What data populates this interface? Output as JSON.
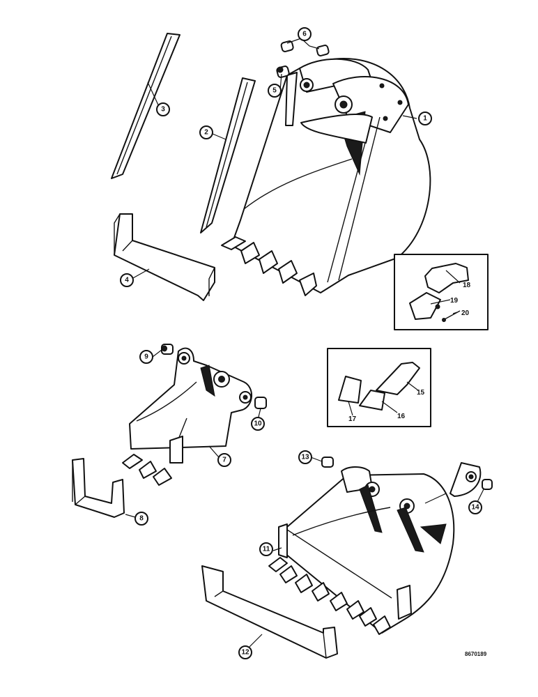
{
  "callouts": {
    "c1": "1",
    "c2": "2",
    "c3": "3",
    "c4": "4",
    "c5": "5",
    "c6": "6",
    "c7": "7",
    "c8": "8",
    "c9": "9",
    "c10": "10",
    "c11": "11",
    "c12": "12",
    "c13": "13",
    "c14": "14",
    "c15": "15",
    "c16": "16",
    "c17": "17",
    "c18": "18",
    "c19": "19",
    "c20": "20"
  },
  "drawing_number": "8670189"
}
